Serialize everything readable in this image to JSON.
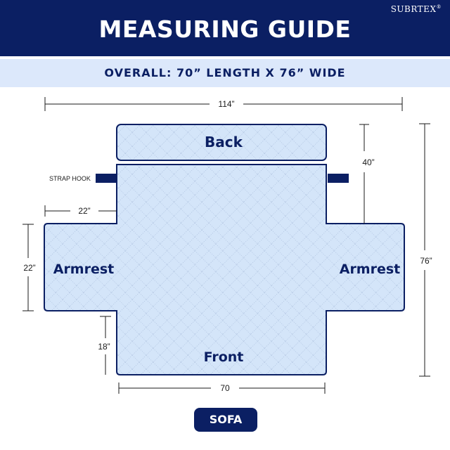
{
  "header": {
    "title": "MEASURING GUIDE",
    "brand": "SUBRTEX",
    "brand_mark": "®"
  },
  "summary": {
    "overall": "OVERALL: 70” LENGTH X 76” WIDE"
  },
  "diagram": {
    "total_width": "114”",
    "back_height": "40”",
    "total_height": "76”",
    "arm_inset": "22”",
    "arm_height": "22”",
    "front_height": "18”",
    "seat_width": "70",
    "strap_hook": "STRAP HOOK",
    "labels": {
      "back": "Back",
      "armrest_left": "Armrest",
      "armrest_right": "Armrest",
      "front": "Front"
    }
  },
  "badge": {
    "sofa": "SOFA"
  },
  "colors": {
    "navy": "#0b1f63",
    "light_blue": "#dce8fb",
    "cover_fill": "#d4e5f9"
  }
}
